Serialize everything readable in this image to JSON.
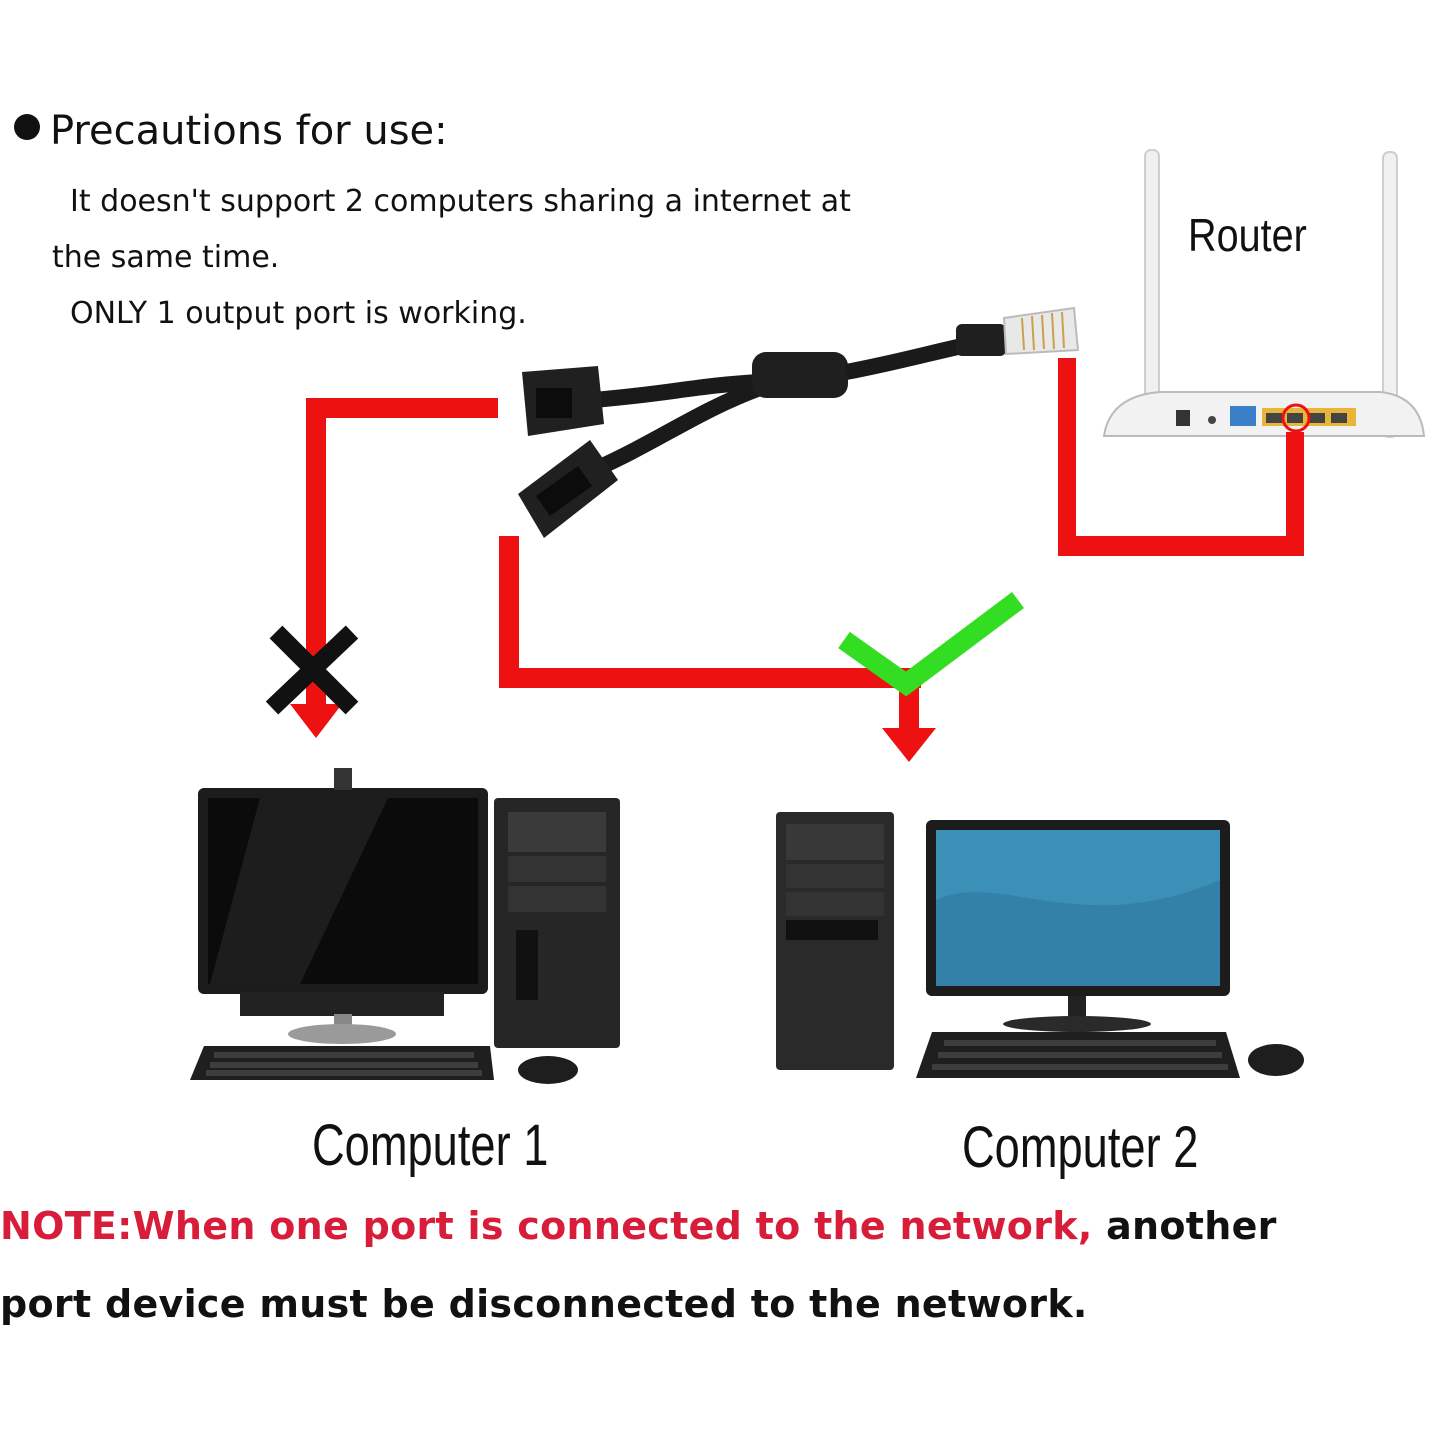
{
  "precautions": {
    "title": "Precautions for use:",
    "line1": "It doesn't support 2 computers sharing a internet at",
    "line2": "the same time.",
    "line3": "ONLY 1 output port is working."
  },
  "labels": {
    "router": "Router",
    "computer1": "Computer 1",
    "computer2": "Computer 2"
  },
  "note": {
    "red_part": "NOTE:When one port is connected to the network,",
    "black_part": " another",
    "line2": "port device must be disconnected to the network."
  },
  "colors": {
    "path_red": "#ee1111",
    "check_green": "#33dd22",
    "cross_black": "#111111",
    "note_red": "#d81d3a"
  }
}
